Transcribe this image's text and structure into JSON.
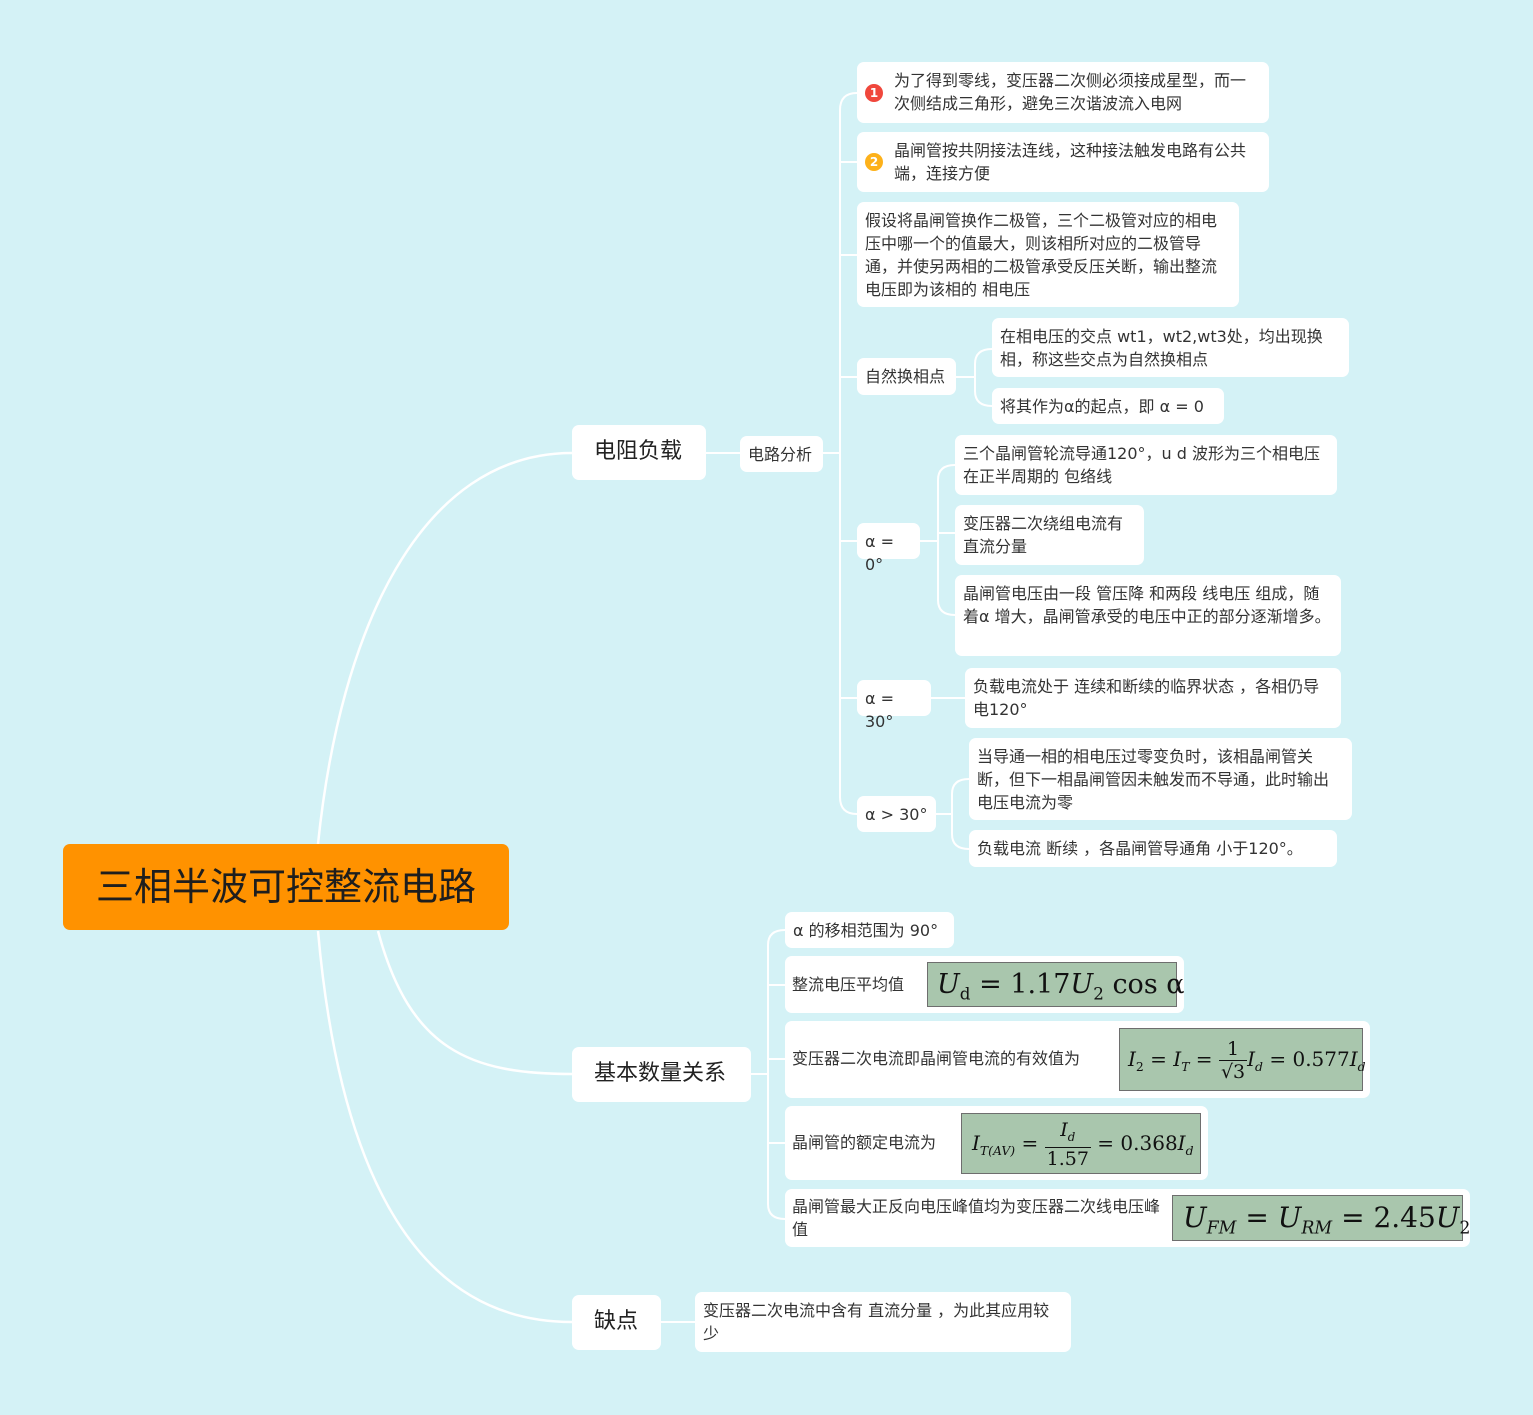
{
  "root": {
    "title": "三相半波可控整流电路"
  },
  "branches": {
    "resistive": {
      "label": "电阻负载",
      "analysis": {
        "label": "电路分析",
        "note1": {
          "badge": "1",
          "text": "为了得到零线，变压器二次侧必须接成星型，而一次侧结成三角形，避免三次谐波流入电网"
        },
        "note2": {
          "badge": "2",
          "text": "晶闸管按共阴接法连线，这种接法触发电路有公共端，连接方便"
        },
        "assume": "假设将晶闸管换作二极管，三个二极管对应的相电压中哪一个的值最大，则该相所对应的二极管导通，并使另两相的二极管承受反压关断，输出整流电压即为该相的 相电压",
        "natural": {
          "label": "自然换相点",
          "items": [
            "在相电压的交点 wt1，wt2,wt3处，均出现换相，称这些交点为自然换相点",
            "将其作为α的起点，即 α = 0"
          ]
        },
        "alpha0": {
          "label": "α = 0°",
          "items": [
            "三个晶闸管轮流导通120°，u d  波形为三个相电压在正半周期的 包络线",
            "变压器二次绕组电流有直流分量",
            "晶闸管电压由一段 管压降 和两段 线电压 组成，随着α 增大，晶闸管承受的电压中正的部分逐渐增多。"
          ]
        },
        "alpha30": {
          "label": "α = 30°",
          "items": [
            "负载电流处于 连续和断续的临界状态 ，各相仍导电120°"
          ]
        },
        "alphaGt30": {
          "label": "α >  30°",
          "items": [
            "当导通一相的相电压过零变负时，该相晶闸管关断，但下一相晶闸管因未触发而不导通，此时输出电压电流为零",
            "负载电流 断续 ，各晶闸管导通角 小于120°。"
          ]
        }
      }
    },
    "quantities": {
      "label": "基本数量关系",
      "range": "α 的移相范围为 90°",
      "avg": {
        "label": "整流电压平均值",
        "lhs": "U",
        "lhs_sub": "d",
        "coef": "1.17",
        "var": "U",
        "var_sub": "2",
        "tail": "cos α"
      },
      "secondary": {
        "label": "变压器二次电流即晶闸管电流的有效值为",
        "lhs": "I",
        "lhs_sub": "2",
        "mid": "I",
        "mid_sub": "T",
        "num": "1",
        "den": "√3",
        "term": "I",
        "term_sub": "d",
        "value": "0.577",
        "rhs": "I",
        "rhs_sub": "d"
      },
      "rated": {
        "label": "晶闸管的额定电流为",
        "lhs": "I",
        "lhs_sub": "T(AV)",
        "num": "I",
        "num_sub": "d",
        "den": "1.57",
        "value": "0.368",
        "rhs": "I",
        "rhs_sub": "d"
      },
      "peak": {
        "label": "晶闸管最大正反向电压峰值均为变压器二次线电压峰值",
        "a": "U",
        "a_sub": "FM",
        "b": "U",
        "b_sub": "RM",
        "value": "2.45",
        "c": "U",
        "c_sub": "2"
      }
    },
    "drawback": {
      "label": "缺点",
      "text": "变压器二次电流中含有 直流分量 ，为此其应用较少"
    }
  },
  "colors": {
    "background": "#d4f2f6",
    "root": "#ff9200",
    "badge1": "#f0473c",
    "badge2": "#fdb11a",
    "formula_bg": "#a9c6ad"
  }
}
